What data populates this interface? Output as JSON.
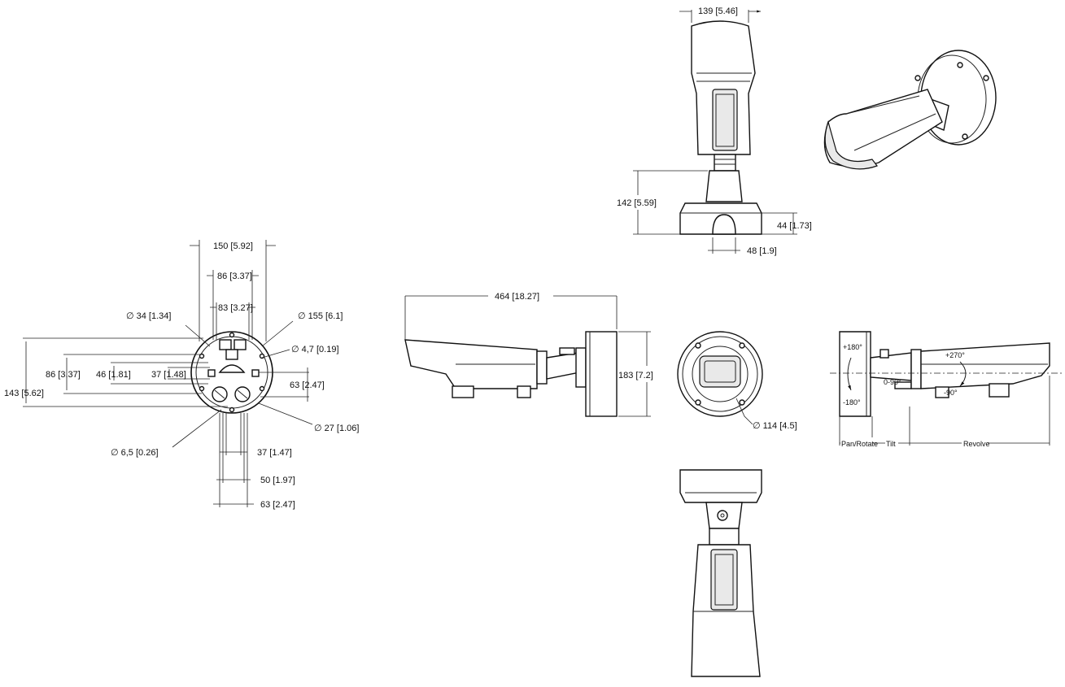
{
  "dimensions": {
    "top_width": "139 [5.46]",
    "top_height": "142 [5.59]",
    "top_base_height": "44 [1.73]",
    "top_base_width": "48 [1.9]",
    "length": "464 [18.27]",
    "side_height": "183 [7.2]",
    "front_dia": "∅ 114 [4.5]",
    "mount_width": "150 [5.92]",
    "mount_86": "86 [3.37]",
    "mount_83": "83 [3.27]",
    "mount_dia34": "∅ 34 [1.34]",
    "mount_dia155": "∅ 155 [6.1]",
    "mount_dia47": "∅ 4,7 [0.19]",
    "mount_143": "143 [5.62]",
    "mount_86v": "86 [3.37]",
    "mount_46": "46 [1.81]",
    "mount_37v": "37 [1.48]",
    "mount_63v": "63 [2.47]",
    "mount_dia27": "∅ 27 [1.06]",
    "mount_dia65": "∅ 6,5 [0.26]",
    "mount_37h": "37 [1.47]",
    "mount_50h": "50 [1.97]",
    "mount_63h": "63 [2.47]"
  },
  "motion": {
    "pan_plus": "+180°",
    "pan_minus": "-180°",
    "tilt": "0-90°",
    "revolve_plus": "+270°",
    "revolve_minus": "-90°",
    "pan_label": "Pan/Rotate",
    "tilt_label": "Tilt",
    "revolve_label": "Revolve"
  }
}
